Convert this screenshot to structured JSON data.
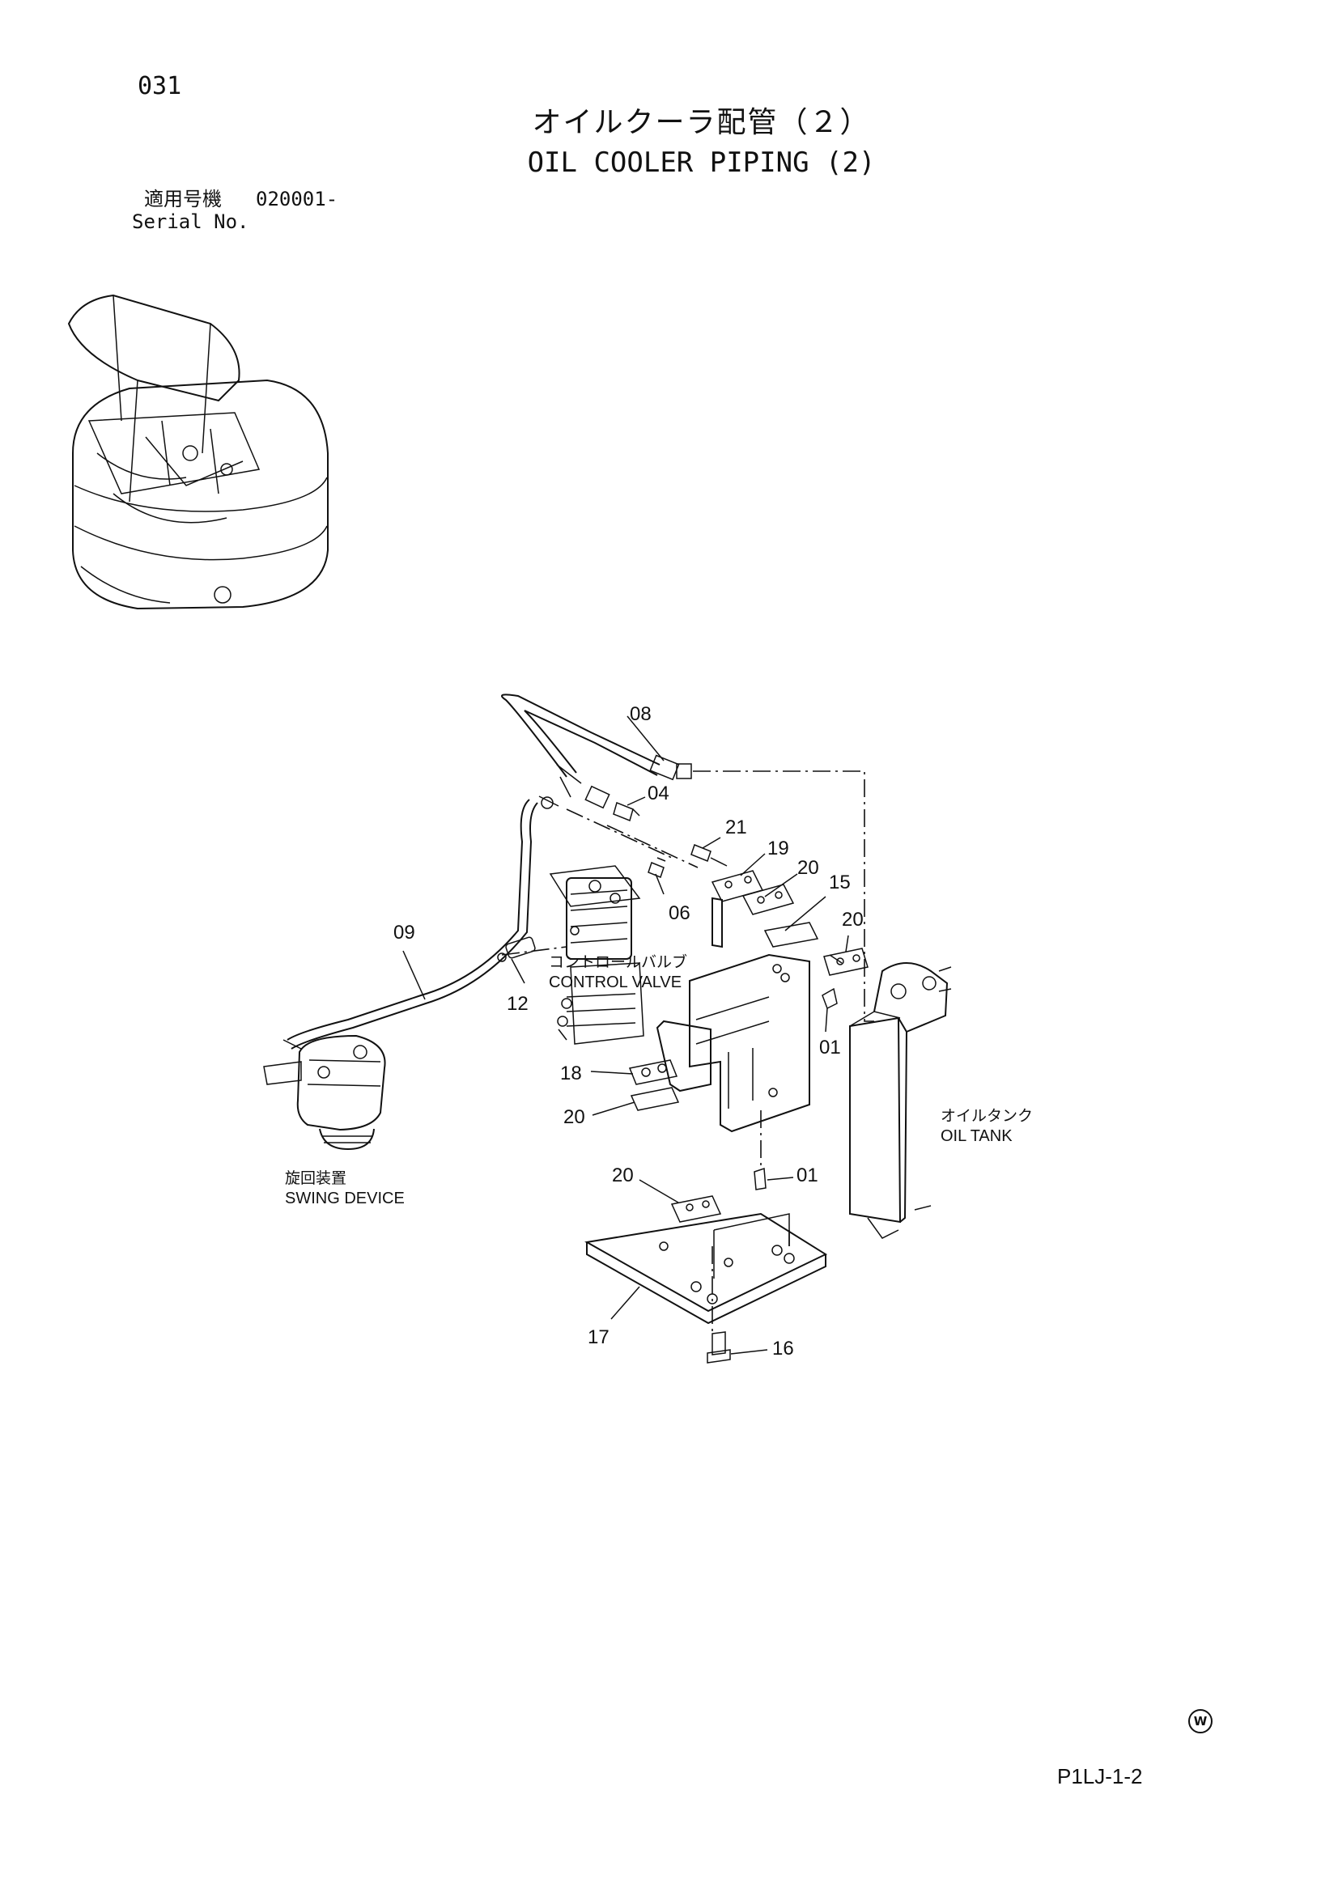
{
  "page": {
    "number": "031",
    "footer_code": "P1LJ-1-2",
    "mark": "W"
  },
  "title": {
    "jp": "オイルクーラ配管（２）",
    "en": "OIL COOLER PIPING (2)"
  },
  "serial": {
    "label_jp": "適用号機",
    "value": "020001-",
    "label_en": "Serial No."
  },
  "callouts": [
    "08",
    "04",
    "21",
    "19",
    "20",
    "15",
    "20",
    "06",
    "09",
    "12",
    "01",
    "18",
    "20",
    "20",
    "01",
    "17",
    "16"
  ],
  "components": {
    "control_valve": {
      "jp": "コントロールバルブ",
      "en": "CONTROL VALVE"
    },
    "swing_device": {
      "jp": "旋回装置",
      "en": "SWING DEVICE"
    },
    "oil_tank": {
      "jp": "オイルタンク",
      "en": "OIL TANK"
    }
  }
}
